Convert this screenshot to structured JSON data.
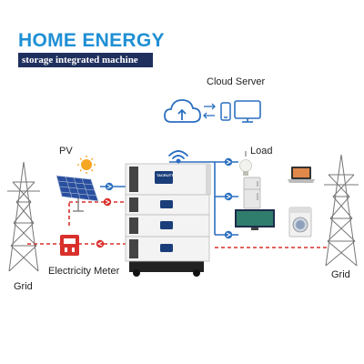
{
  "header": {
    "title": "HOME ENERGY",
    "subtitle": "storage integrated machine"
  },
  "labels": {
    "cloud_server": "Cloud Server",
    "pv": "PV",
    "load": "Load",
    "grid_left": "Grid",
    "grid_right": "Grid",
    "electricity_meter": "Electricity Meter"
  },
  "battery": {
    "brand": "TACRUTT",
    "module_count": 4
  },
  "colors": {
    "title_blue": "#1e8fd4",
    "subtitle_navy": "#1f2f5e",
    "line_blue": "#2b6fc0",
    "grid_red": "#d9302c"
  },
  "icons": [
    "cloud-icon",
    "phone-icon",
    "monitor-icon",
    "wifi-icon",
    "sun-icon",
    "solar-panel-icon",
    "light-bulb-icon",
    "laptop-icon",
    "tv-icon",
    "washing-machine-icon",
    "fridge-icon",
    "meter-icon",
    "transmission-tower-icon"
  ]
}
